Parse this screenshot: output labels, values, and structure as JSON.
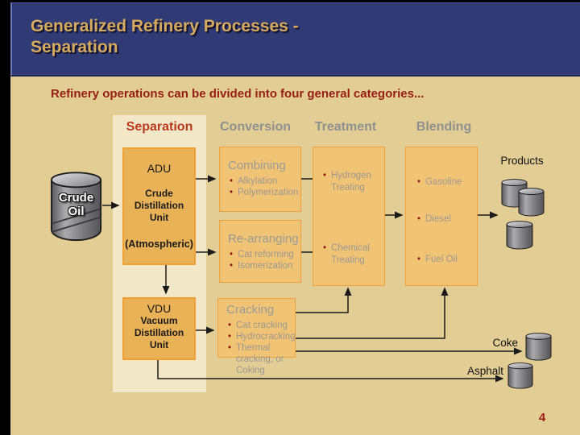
{
  "slide": {
    "title_line1": "Generalized Refinery Processes -",
    "title_line2": "Separation",
    "subtitle": "Refinery operations can be divided into four general categories...",
    "page_number": "4"
  },
  "category_headers": {
    "separation": "Separation",
    "conversion": "Conversion",
    "treatment": "Treatment",
    "blending": "Blending"
  },
  "separation_units": {
    "adu": {
      "abbr": "ADU",
      "name": "Crude Distillation Unit",
      "qualifier": "(Atmospheric)"
    },
    "vdu": {
      "abbr": "VDU",
      "name": "Vacuum Distillation Unit"
    }
  },
  "conversion_boxes": {
    "combining": {
      "title": "Combining",
      "items": [
        "Alkylation",
        "Polymerization"
      ]
    },
    "rearranging": {
      "title": "Re-arranging",
      "items": [
        "Cat reforming",
        "Isomerization"
      ]
    },
    "cracking": {
      "title": "Cracking",
      "items": [
        "Cat cracking",
        "Hydrocracking",
        "Thermal cracking, or Coking"
      ]
    }
  },
  "treatment_box": {
    "items": [
      "Hydrogen Treating",
      "Chemical Treating"
    ]
  },
  "blending_box": {
    "items": [
      "Gasoline",
      "Diesel",
      "Fuel Oil"
    ]
  },
  "flow_labels": {
    "crude_oil": "Crude Oil",
    "products": "Products",
    "coke": "Coke",
    "asphalt": "Asphalt"
  },
  "colors": {
    "header_band": "#303B76",
    "title_gold": "#D7AB5D",
    "body_tan": "#E2CD95",
    "separation_column": "#F2E8C7",
    "subtitle_red": "#981D12",
    "separation_red": "#B83A1E",
    "category_gray": "#8E9190",
    "unit_box_fill": "#EAB257",
    "process_box_fill": "#F1C475",
    "box_border": "#EFA23B",
    "bullet_red": "#8E1B10",
    "bullet_gray": "#9C9791",
    "arrow_black": "#1A1A1A"
  }
}
